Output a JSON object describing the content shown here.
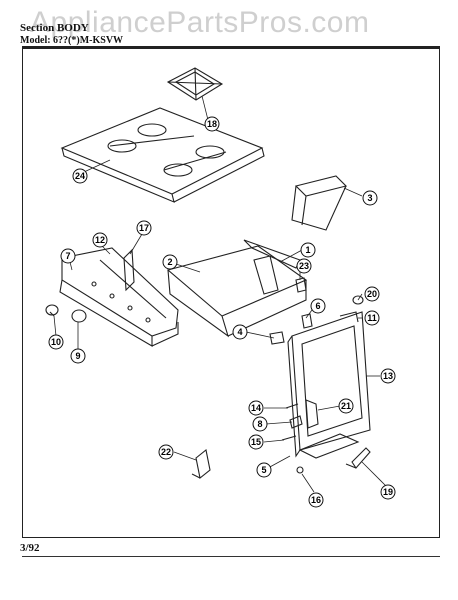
{
  "watermark": "AppliancePartsPros.com",
  "header": {
    "section": "Section BODY",
    "model": "Model: 6??(*)M-KSVW"
  },
  "footer": {
    "date": "3/92"
  },
  "parts": [
    {
      "label": "1"
    },
    {
      "label": "2"
    },
    {
      "label": "3"
    },
    {
      "label": "4"
    },
    {
      "label": "5"
    },
    {
      "label": "6"
    },
    {
      "label": "7"
    },
    {
      "label": "8"
    },
    {
      "label": "9"
    },
    {
      "label": "10"
    },
    {
      "label": "11"
    },
    {
      "label": "12"
    },
    {
      "label": "13"
    },
    {
      "label": "14"
    },
    {
      "label": "15"
    },
    {
      "label": "16"
    },
    {
      "label": "17"
    },
    {
      "label": "18"
    },
    {
      "label": "19"
    },
    {
      "label": "20"
    },
    {
      "label": "21"
    },
    {
      "label": "22"
    },
    {
      "label": "23"
    },
    {
      "label": "24"
    }
  ]
}
